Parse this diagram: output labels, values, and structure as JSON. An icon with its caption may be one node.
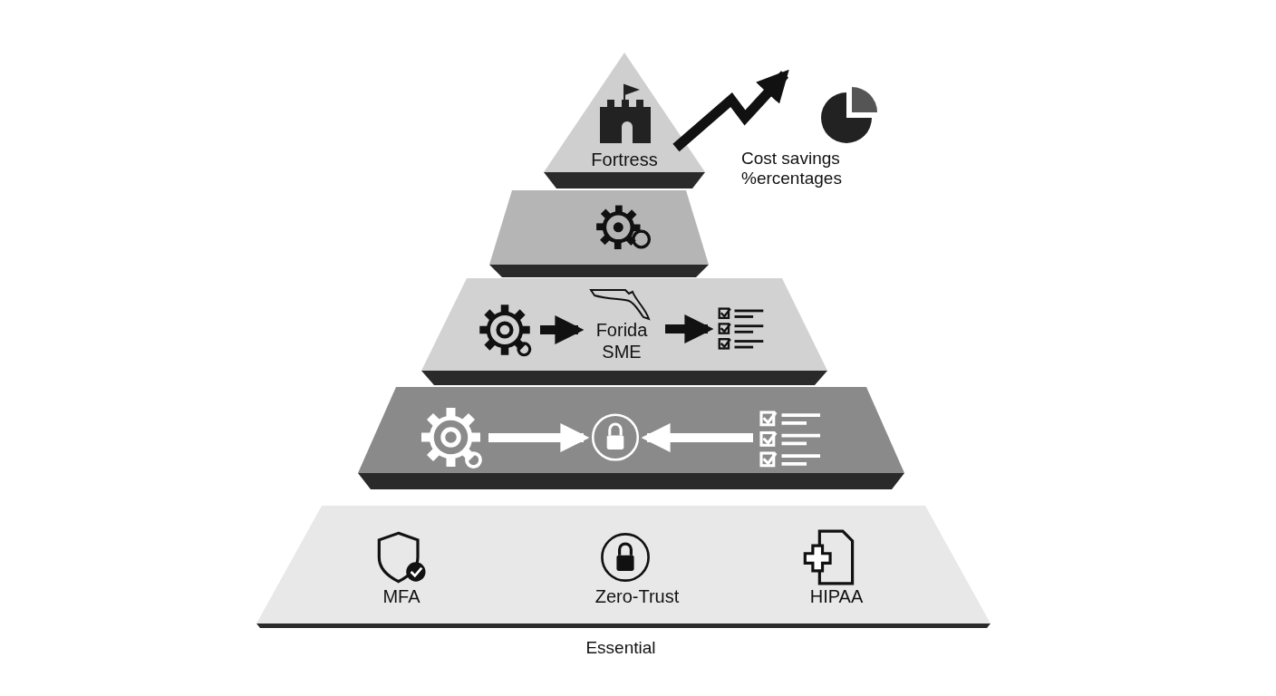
{
  "diagram": {
    "nodes": [
      {
        "text": [
          "Fortress"
        ]
      },
      {
        "text": [],
        "shape": "box"
      },
      {
        "text": [],
        "shape": "box"
      },
      {
        "text": [],
        "shape": "picture",
        "in": 2
      },
      {
        "text": [
          "Forida SME"
        ],
        "in": 2
      },
      {
        "text": [],
        "shape": "picture",
        "in": 2
      },
      {
        "text": [],
        "shape": "box"
      },
      {
        "text": [],
        "shape": "picture",
        "in": 6
      },
      {
        "text": [],
        "shape": "picture",
        "in": 6
      },
      {
        "text": [],
        "shape": "picture",
        "in": 6
      },
      {
        "text": [
          "MFA",
          "Zero-Trust",
          "HIPAA"
        ]
      }
    ],
    "edges": [
      {
        "from": 0,
        "to": null,
        "arrow": "to"
      },
      {
        "from": 3,
        "to": 4,
        "arrow": "to"
      },
      {
        "from": 4,
        "to": 5,
        "arrow": "to"
      },
      {
        "from": 7,
        "to": 8,
        "arrow": "to",
        "color": "#ffffff"
      },
      {
        "from": 9,
        "to": 8,
        "arrow": "to",
        "color": "#ffffff"
      }
    ],
    "labels": [
      "Cost savings %ercentages",
      "Essential"
    ]
  }
}
